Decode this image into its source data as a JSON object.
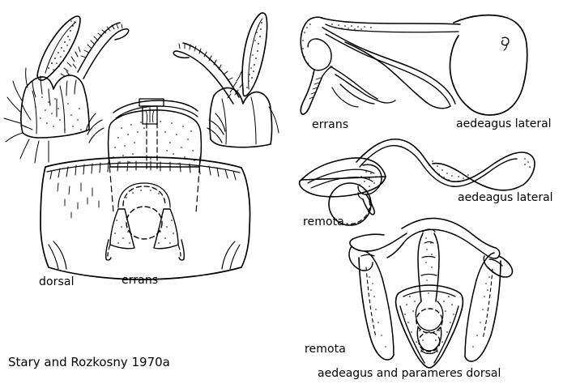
{
  "plate": {
    "title_visible": false,
    "background_color": "#ffffff",
    "ink_color": "#000000",
    "citation": "Stary and Rozkosny 1970a"
  },
  "figures": [
    {
      "id": "dorsal-errans",
      "view": "dorsal",
      "species": "errans",
      "caption_view": "dorsal",
      "caption_species": "errans"
    },
    {
      "id": "aedeagus-lateral-errans",
      "view": "aedeagus lateral",
      "species": "errans",
      "caption_view": "aedeagus lateral",
      "caption_species": "errans"
    },
    {
      "id": "aedeagus-lateral-remota",
      "view": "aedeagus lateral",
      "species": "remota",
      "caption_view": "aedeagus lateral",
      "caption_species": "remota"
    },
    {
      "id": "aedeagus-parameres-dorsal-remota",
      "view": "aedeagus and parameres  dorsal",
      "species": "remota",
      "caption_view": "aedeagus and parameres  dorsal",
      "caption_species": "remota"
    }
  ],
  "labels": {
    "dorsal": "dorsal",
    "errans_left": "errans",
    "errans_top_right": "errans",
    "aedeagus_lateral_top": "aedeagus lateral",
    "aedeagus_lateral_middle": "aedeagus lateral",
    "remota_middle": "remota",
    "remota_bottom": "remota",
    "aedeagus_parameres_dorsal": "aedeagus and parameres  dorsal"
  }
}
